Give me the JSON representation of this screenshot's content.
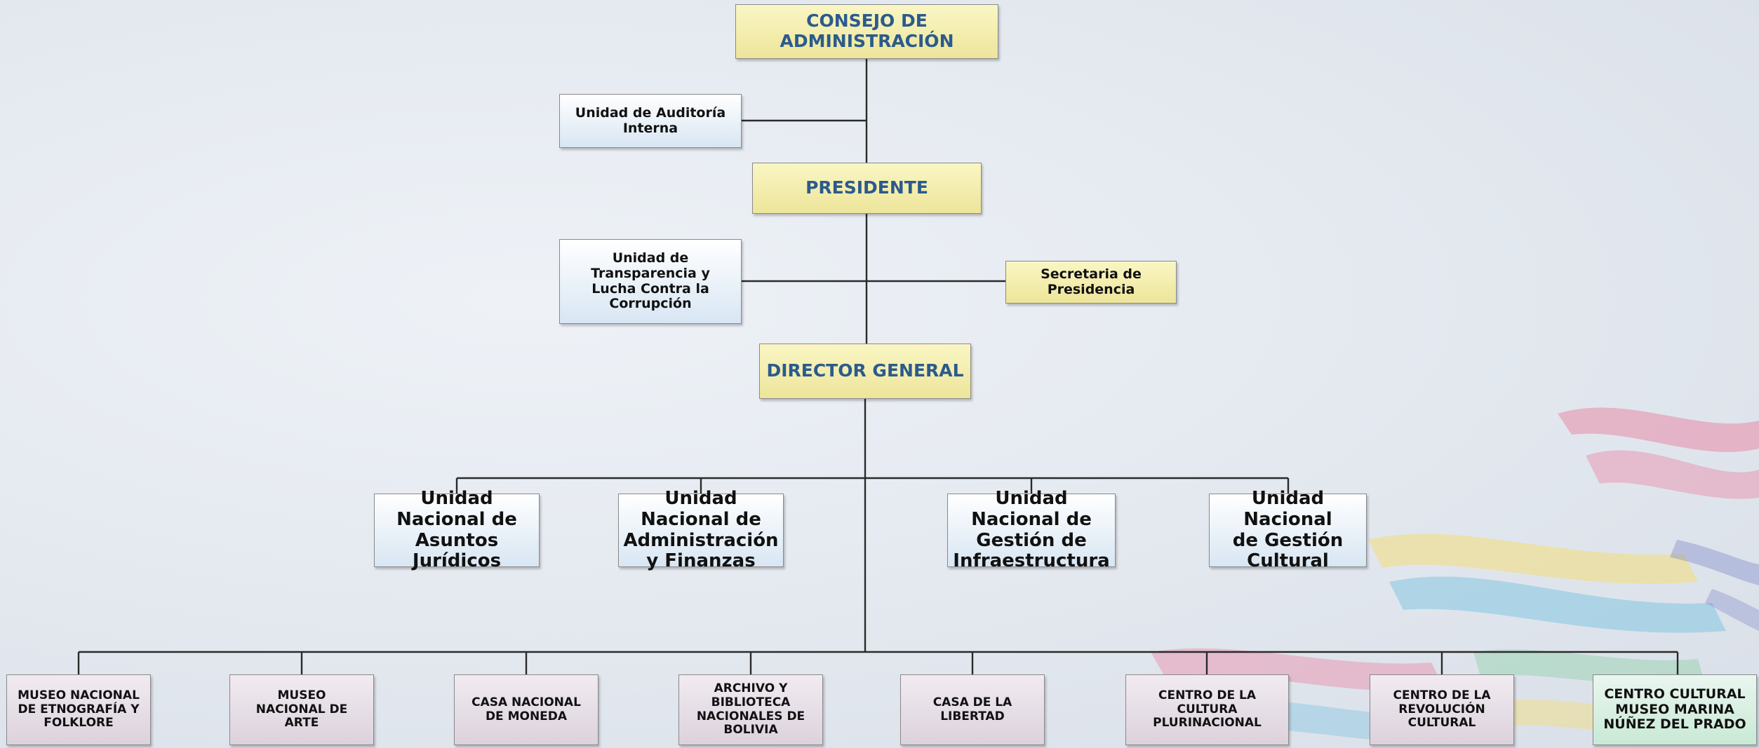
{
  "colors": {
    "line": "#2a2a2a",
    "title_blue": "#2b5b8c"
  },
  "chart": {
    "root": {
      "label": "CONSEJO DE ADMINISTRACIÓN"
    },
    "audit": {
      "label": "Unidad de Auditoría Interna"
    },
    "president": {
      "label": "PRESIDENTE"
    },
    "transparency": {
      "label": "Unidad de Transparencia y Lucha Contra la Corrupción"
    },
    "secretary": {
      "label": "Secretaria de Presidencia"
    },
    "director": {
      "label": "DIRECTOR GENERAL"
    },
    "units": [
      {
        "label": "Unidad Nacional de Asuntos Jurídicos"
      },
      {
        "label": "Unidad Nacional de Administración y Finanzas"
      },
      {
        "label": "Unidad Nacional de Gestión de Infraestructura"
      },
      {
        "label": "Unidad Nacional de Gestión Cultural"
      }
    ],
    "entities": [
      {
        "label": "MUSEO NACIONAL DE ETNOGRAFÍA Y FOLKLORE"
      },
      {
        "label": "MUSEO NACIONAL DE ARTE"
      },
      {
        "label": "CASA NACIONAL DE MONEDA"
      },
      {
        "label": "ARCHIVO Y BIBLIOTECA NACIONALES DE BOLIVIA"
      },
      {
        "label": "CASA DE LA LIBERTAD"
      },
      {
        "label": "CENTRO DE LA CULTURA PLURINACIONAL"
      },
      {
        "label": "CENTRO DE LA REVOLUCIÓN CULTURAL"
      },
      {
        "label": "CENTRO CULTURAL MUSEO MARINA NÚÑEZ DEL PRADO"
      }
    ]
  }
}
